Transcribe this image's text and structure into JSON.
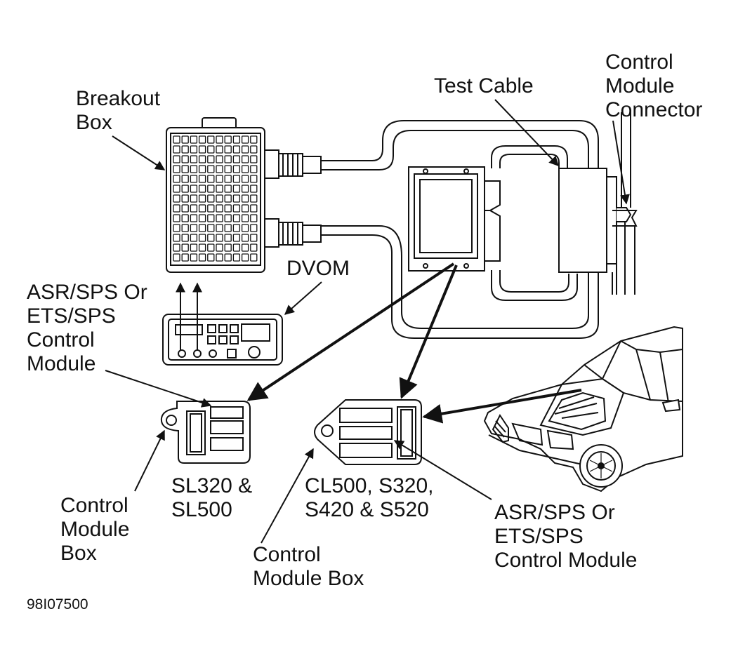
{
  "labels": {
    "breakout_box": [
      "Breakout",
      "Box"
    ],
    "test_cable": "Test Cable",
    "control_module_connector": [
      "Control",
      "Module",
      "Connector"
    ],
    "dvom": "DVOM",
    "module_left": [
      "ASR/SPS Or",
      "ETS/SPS",
      "Control",
      "Module"
    ],
    "models_left": [
      "SL320 &",
      "SL500"
    ],
    "box_left": [
      "Control",
      "Module",
      "Box"
    ],
    "models_right": [
      "CL500, S320,",
      "S420 & S520"
    ],
    "box_right": [
      "Control",
      "Module Box"
    ],
    "module_right": [
      "ASR/SPS Or",
      "ETS/SPS",
      "Control Module"
    ]
  },
  "figure_id": "98I07500",
  "colors": {
    "ink": "#111111",
    "paper": "#ffffff"
  }
}
